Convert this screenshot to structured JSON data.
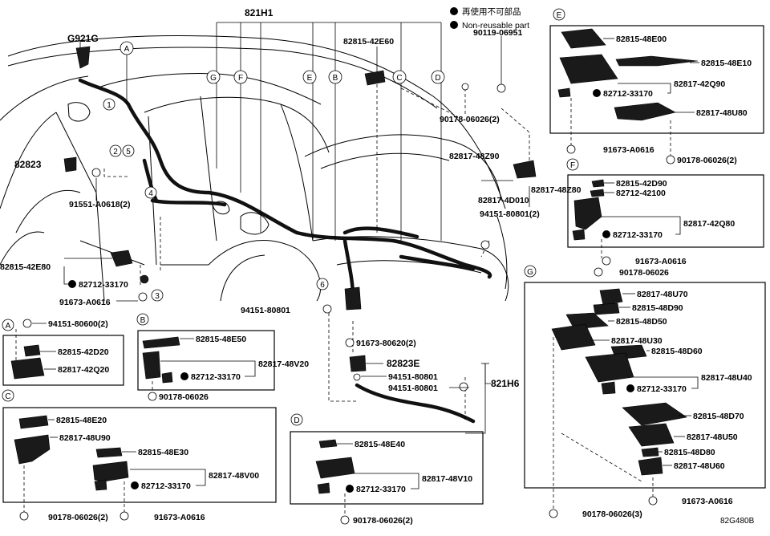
{
  "legend": {
    "reusable_text": "再使用不可部品",
    "nonreusable_text": "Non-reusable part"
  },
  "figure_code": "82G480B",
  "main": {
    "p_821H1": "821H1",
    "p_G921G": "G921G",
    "p_82823": "82823",
    "p_91551": "91551-A0618(2)",
    "p_82815_42E80": "82815-42E80",
    "p_82712_main": "82712-33170",
    "p_91673_main": "91673-A0616",
    "p_82815_42E60": "82815-42E60",
    "p_90119": "90119-06951",
    "p_90178_main": "90178-06026(2)",
    "p_82817_48Z90": "82817-48Z90",
    "p_82817_48Z80": "82817-48Z80",
    "p_82817_4D010": "82817-4D010",
    "p_94151_2": "94151-80801(2)",
    "p_94151_a": "94151-80801",
    "p_91673_80620": "91673-80620(2)",
    "p_82823E": "82823E",
    "p_94151_b": "94151-80801",
    "p_94151_c": "94151-80801",
    "p_821H6": "821H6"
  },
  "callouts": [
    "A",
    "G",
    "F",
    "E",
    "B",
    "C",
    "D"
  ],
  "numbers": [
    "1",
    "2",
    "3",
    "4",
    "5",
    "6"
  ],
  "box_A": {
    "letter": "A",
    "bolt": "94151-80600(2)",
    "p1": "82815-42D20",
    "p2": "82817-42Q20"
  },
  "box_B": {
    "letter": "B",
    "p1": "82815-48E50",
    "p2": "82712-33170",
    "p3": "82817-48V20",
    "bolt": "90178-06026"
  },
  "box_C": {
    "letter": "C",
    "p1": "82815-48E20",
    "p2": "82817-48U90",
    "p3": "82815-48E30",
    "p4": "82817-48V00",
    "p5": "82712-33170",
    "bolt1": "90178-06026(2)",
    "bolt2": "91673-A0616"
  },
  "box_D": {
    "letter": "D",
    "p1": "82815-48E40",
    "p2": "82817-48V10",
    "p3": "82712-33170",
    "bolt": "90178-06026(2)"
  },
  "box_E": {
    "letter": "E",
    "p1": "82815-48E00",
    "p2": "82815-48E10",
    "p3": "82817-42Q90",
    "p4": "82712-33170",
    "p5": "82817-48U80",
    "bolt1": "91673-A0616",
    "bolt2": "90178-06026(2)"
  },
  "box_F": {
    "letter": "F",
    "p1": "82815-42D90",
    "p2": "82712-42100",
    "p3": "82817-42Q80",
    "p4": "82712-33170",
    "bolt1": "91673-A0616",
    "bolt2": "90178-06026"
  },
  "box_G": {
    "letter": "G",
    "p1": "82817-48U70",
    "p2": "82815-48D90",
    "p3": "82815-48D50",
    "p4": "82817-48U30",
    "p5": "82815-48D60",
    "p6": "82817-48U40",
    "p7": "82712-33170",
    "p8": "82815-48D70",
    "p9": "82817-48U50",
    "p10": "82815-48D80",
    "p11": "82817-48U60",
    "bolt1": "91673-A0616",
    "bolt2": "90178-06026(3)"
  }
}
